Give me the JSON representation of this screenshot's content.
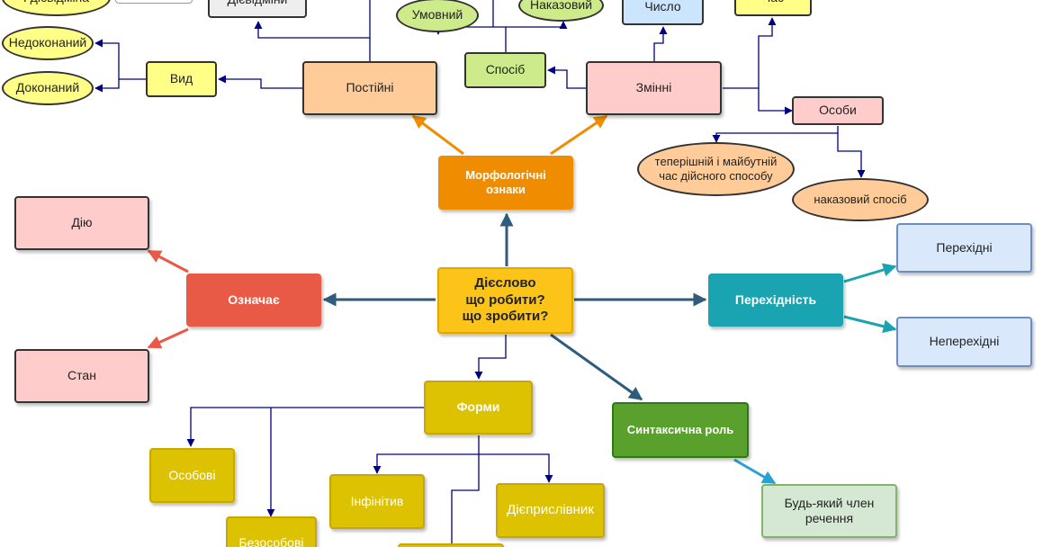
{
  "nodes": {
    "center": "Дієслово\nщо робити?\nщо зробити?",
    "morph": "Морфологічні\nознаки",
    "postiyni": "Постійні",
    "zminni": "Змінні",
    "vyd": "Вид",
    "nedokonanyi": "Недоконаний",
    "dokonanyi": "Доконаний",
    "dievidmina_1": "І дієвідміна",
    "dievidminy": "Дієвідміни",
    "umovnyi": "Умовний",
    "nakazovyi": "Наказовий",
    "sposib": "Спосіб",
    "chyslo": "Число",
    "chas": "Час",
    "osoby": "Особи",
    "teperishnii": "теперішній і майбутній\nчас дійсного способу",
    "nakazovyi_sposib": "наказовий спосіб",
    "oznachaie": "Означає",
    "diiu": "Дію",
    "stan": "Стан",
    "perekhidnist": "Перехідність",
    "perekhidni": "Перехідні",
    "neperekhidni": "Неперехідні",
    "formy": "Форми",
    "osobovi": "Особові",
    "bezosobovi": "Безособові",
    "infinityv": "Інфінітив",
    "diieprysl": "Дієприслівник",
    "syntax": "Синтаксична роль",
    "budyakyi": "Будь-який член\nречення"
  },
  "colors": {
    "center_fill": "#fcc419",
    "morph_fill": "#f08c00",
    "oznachaie_fill": "#e85a46",
    "perekhidnist_fill": "#1aa3b0",
    "formy_fill": "#dcc200",
    "syntax_fill": "#5aa02c",
    "peach": "#ffcc99",
    "pink": "#ffcccc",
    "lightblue": "#cce5ff",
    "yellow": "#ffff88",
    "lightgreen": "#cdeb8b",
    "gray": "#eeeeee",
    "paleblue": "#dae8fc",
    "palegreen": "#d5e8d4"
  }
}
